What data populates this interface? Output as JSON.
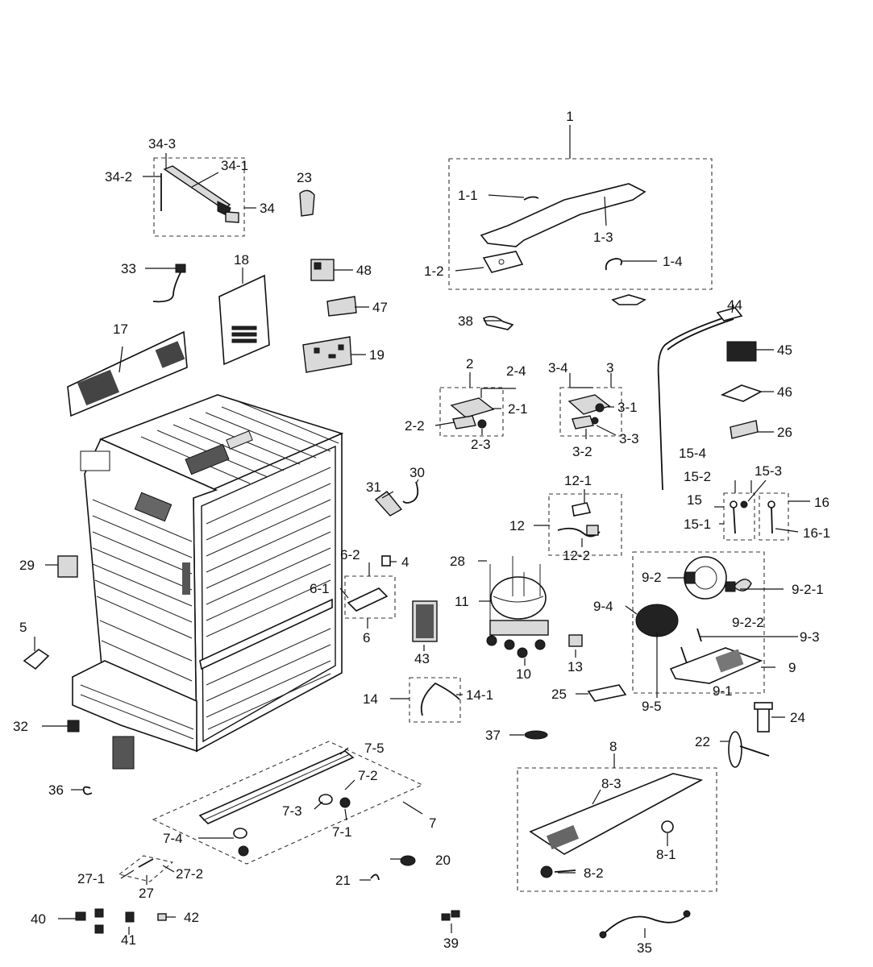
{
  "diagram": {
    "labels": {
      "l1": "1",
      "l1_1": "1-1",
      "l1_2": "1-2",
      "l1_3": "1-3",
      "l1_4": "1-4",
      "l2": "2",
      "l2_1": "2-1",
      "l2_2": "2-2",
      "l2_3": "2-3",
      "l2_4": "2-4",
      "l3": "3",
      "l3_1": "3-1",
      "l3_2": "3-2",
      "l3_3": "3-3",
      "l3_4": "3-4",
      "l4": "4",
      "l5": "5",
      "l6": "6",
      "l6_1": "6-1",
      "l6_2": "6-2",
      "l7": "7",
      "l7_1": "7-1",
      "l7_2": "7-2",
      "l7_3": "7-3",
      "l7_4": "7-4",
      "l7_5": "7-5",
      "l8": "8",
      "l8_1": "8-1",
      "l8_2": "8-2",
      "l8_3": "8-3",
      "l9": "9",
      "l9_1": "9-1",
      "l9_2": "9-2",
      "l9_2_1": "9-2-1",
      "l9_2_2": "9-2-2",
      "l9_3": "9-3",
      "l9_4": "9-4",
      "l9_5": "9-5",
      "l10": "10",
      "l11": "11",
      "l12": "12",
      "l12_1": "12-1",
      "l12_2": "12-2",
      "l13": "13",
      "l14": "14",
      "l14_1": "14-1",
      "l15": "15",
      "l15_1": "15-1",
      "l15_2": "15-2",
      "l15_3": "15-3",
      "l15_4": "15-4",
      "l16": "16",
      "l16_1": "16-1",
      "l17": "17",
      "l18": "18",
      "l19": "19",
      "l20": "20",
      "l21": "21",
      "l22": "22",
      "l23": "23",
      "l24": "24",
      "l25": "25",
      "l26": "26",
      "l27": "27",
      "l27_1": "27-1",
      "l27_2": "27-2",
      "l28": "28",
      "l29": "29",
      "l30": "30",
      "l31": "31",
      "l32": "32",
      "l33": "33",
      "l34": "34",
      "l34_1": "34-1",
      "l34_2": "34-2",
      "l34_3": "34-3",
      "l35": "35",
      "l36": "36",
      "l37": "37",
      "l38": "38",
      "l39": "39",
      "l40": "40",
      "l41": "41",
      "l42": "42",
      "l43": "43",
      "l44": "44",
      "l45": "45",
      "l46": "46",
      "l47": "47",
      "l48": "48"
    }
  }
}
